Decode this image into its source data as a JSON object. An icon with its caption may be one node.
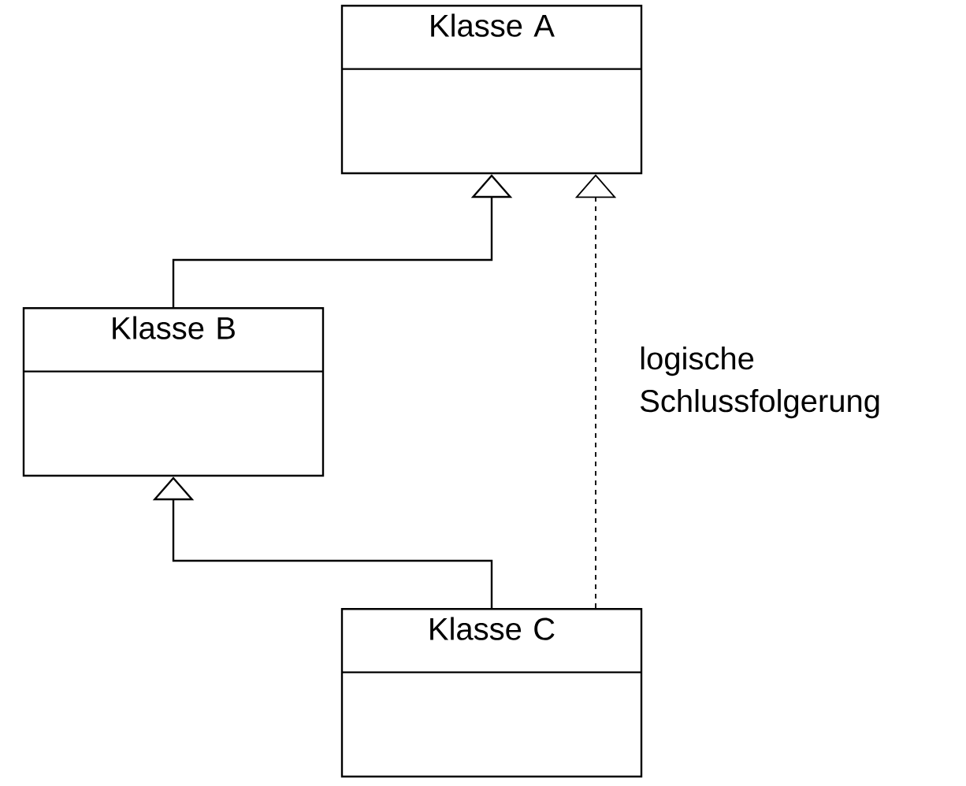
{
  "diagram": {
    "nodes": [
      {
        "text": [
          "Klasse A"
        ]
      },
      {
        "text": [
          "Klasse B"
        ]
      },
      {
        "text": [
          "Klasse C"
        ]
      }
    ],
    "edges": [
      {
        "from": 1,
        "to": 0,
        "arrow": "to"
      },
      {
        "from": 2,
        "to": 1,
        "arrow": "to"
      },
      {
        "from": 2,
        "to": 0,
        "arrow": "to",
        "style": "dashed",
        "label": "logische Schlussfolgerung"
      }
    ]
  }
}
